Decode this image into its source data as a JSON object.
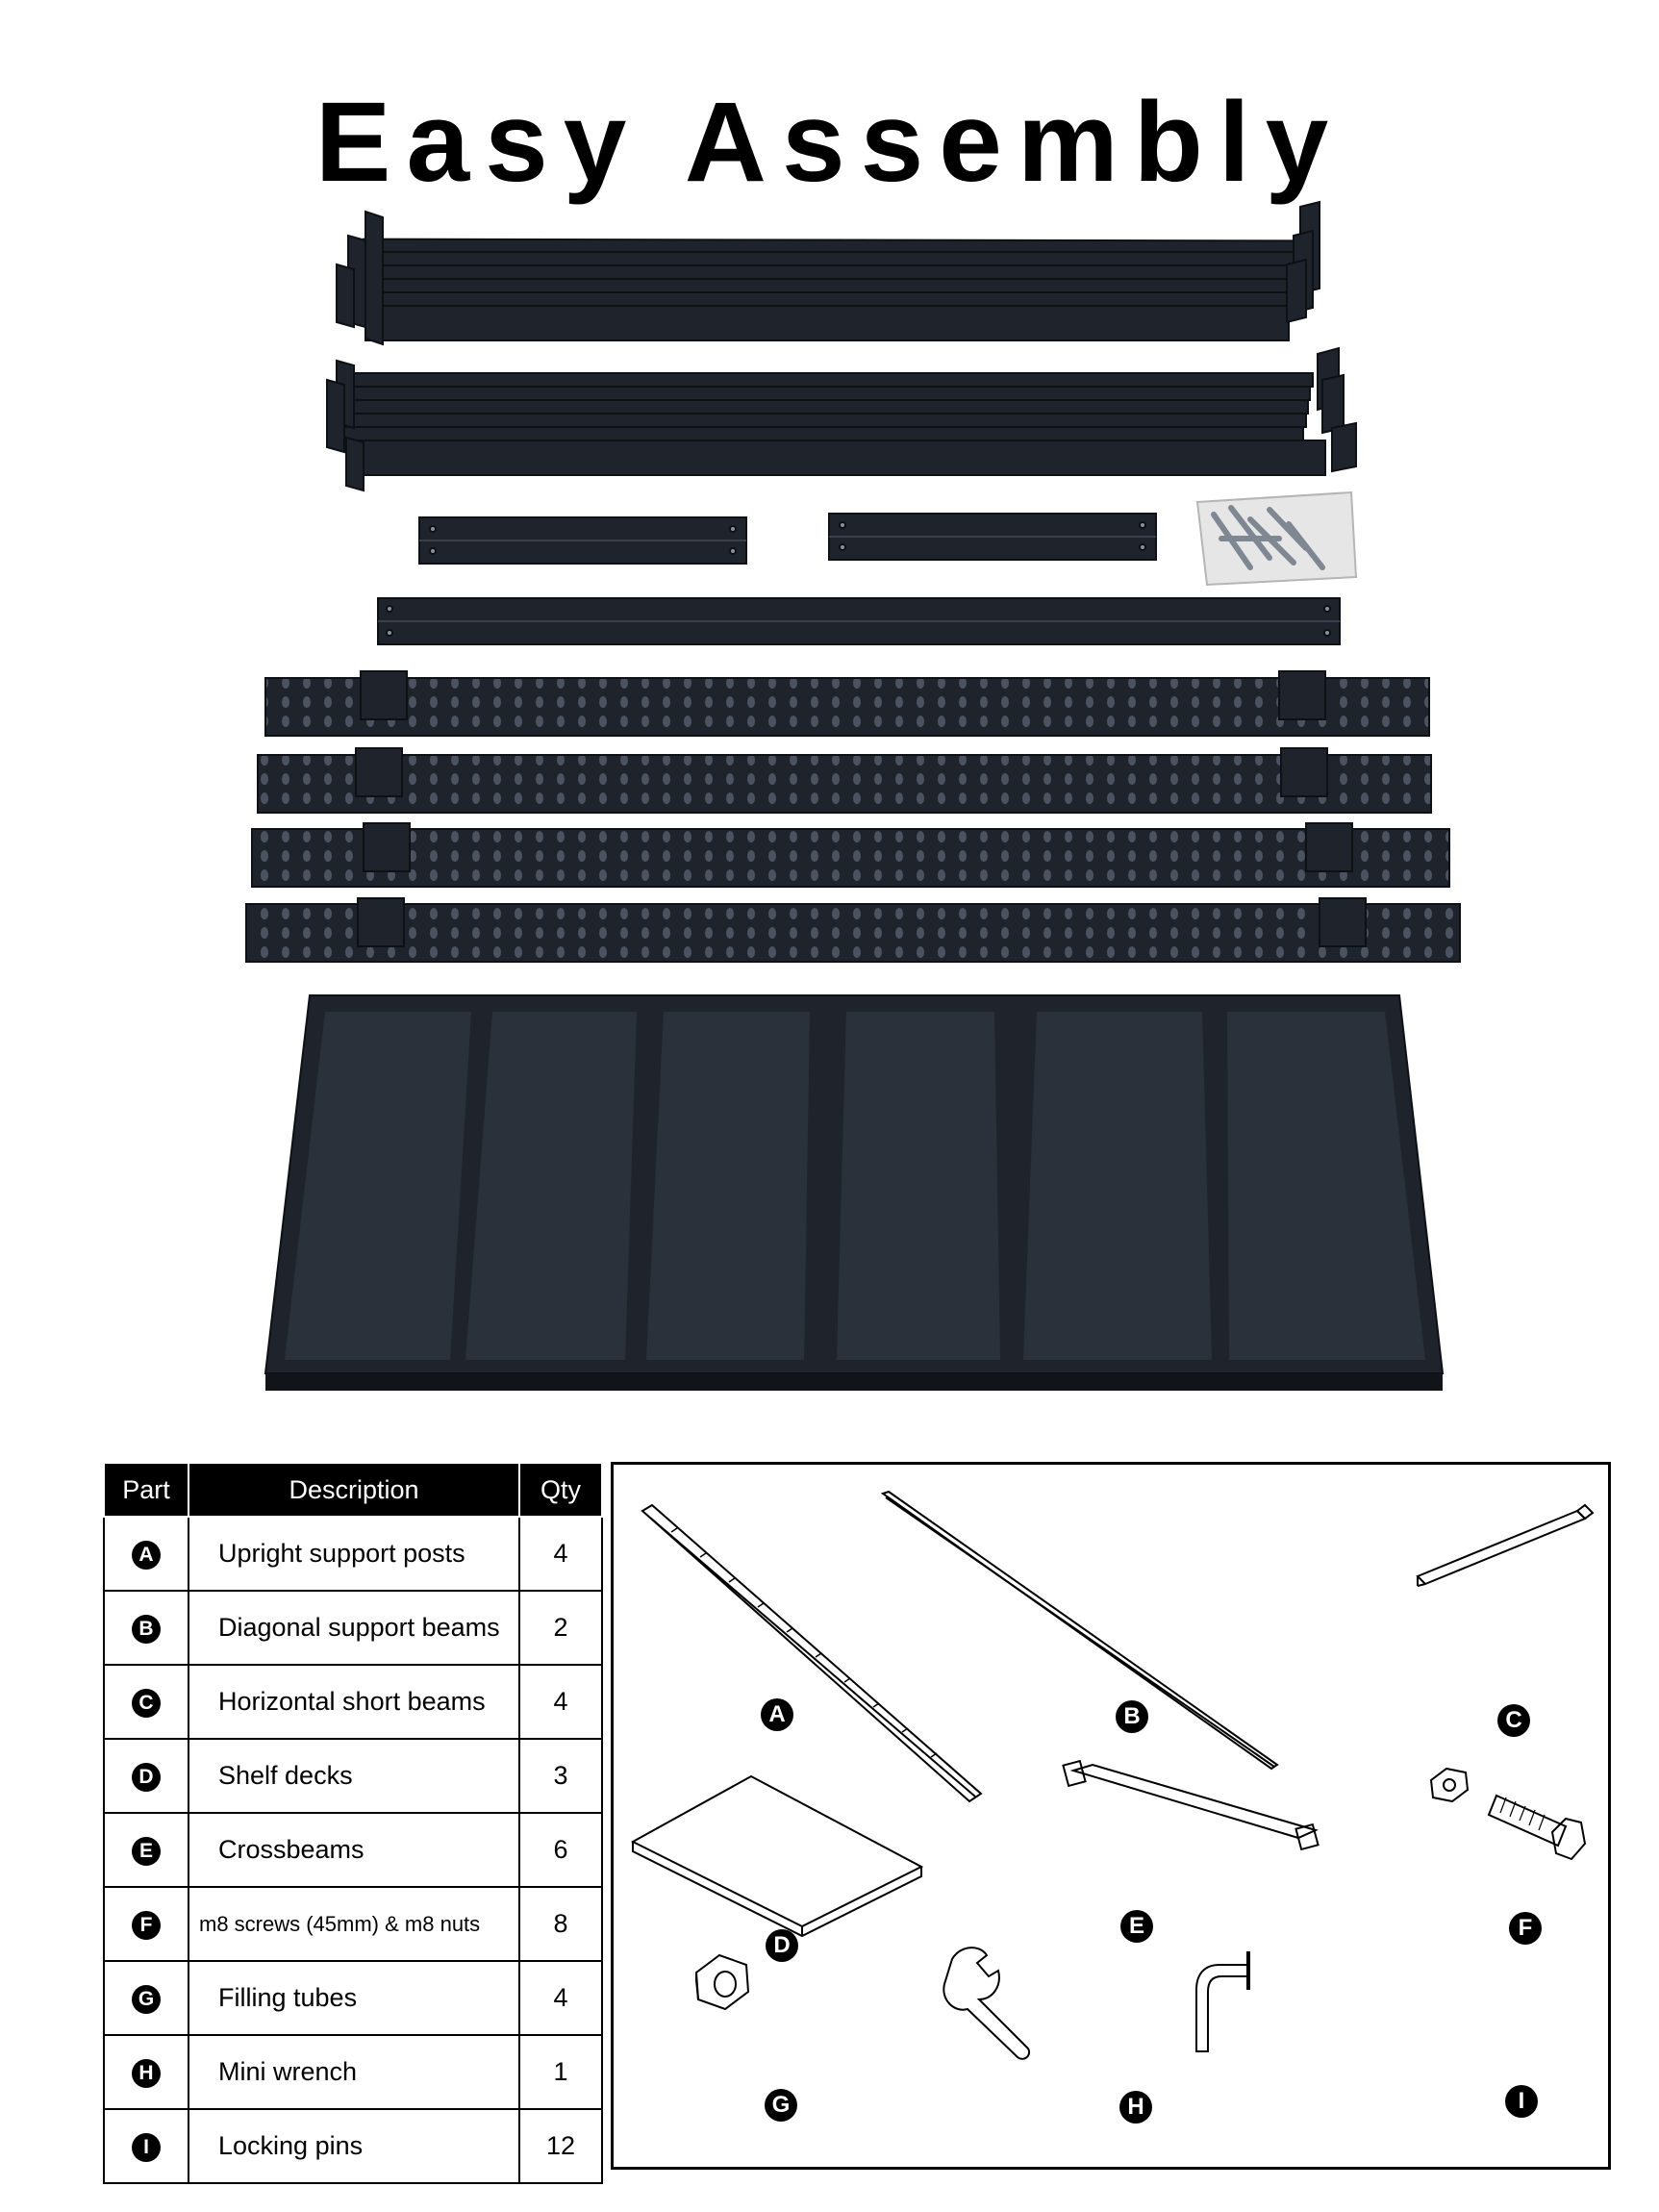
{
  "title": "Easy Assembly",
  "colors": {
    "parts": "#1f242c",
    "header_bg": "#000000"
  },
  "table": {
    "headers": [
      "Part",
      "Description",
      "Qty"
    ],
    "rows": [
      {
        "part": "A",
        "description": "Upright support posts",
        "qty": "4"
      },
      {
        "part": "B",
        "description": "Diagonal support beams",
        "qty": "2"
      },
      {
        "part": "C",
        "description": "Horizontal short beams",
        "qty": "4"
      },
      {
        "part": "D",
        "description": "Shelf decks",
        "qty": "3"
      },
      {
        "part": "E",
        "description": "Crossbeams",
        "qty": "6"
      },
      {
        "part": "F",
        "description": "m8 screws (45mm) & m8 nuts",
        "qty": "8"
      },
      {
        "part": "G",
        "description": "Filling tubes",
        "qty": "4"
      },
      {
        "part": "H",
        "description": "Mini wrench",
        "qty": "1"
      },
      {
        "part": "I",
        "description": "Locking pins",
        "qty": "12"
      }
    ]
  },
  "diagram_labels": [
    "A",
    "B",
    "C",
    "D",
    "E",
    "F",
    "G",
    "H",
    "I"
  ]
}
